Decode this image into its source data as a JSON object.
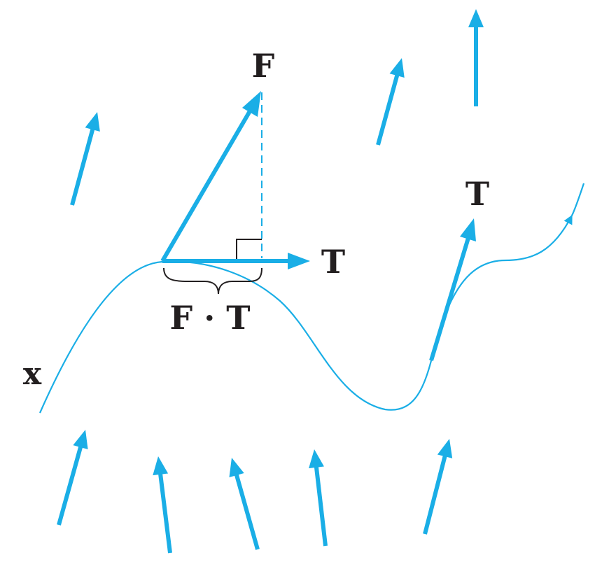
{
  "labels": {
    "force": "F",
    "tangent_main": "T",
    "tangent_right": "T",
    "projection": "F · T",
    "curve": "x"
  },
  "colors": {
    "vector": "#1aaee6",
    "curve": "#1aaee6",
    "text": "#231f20"
  }
}
